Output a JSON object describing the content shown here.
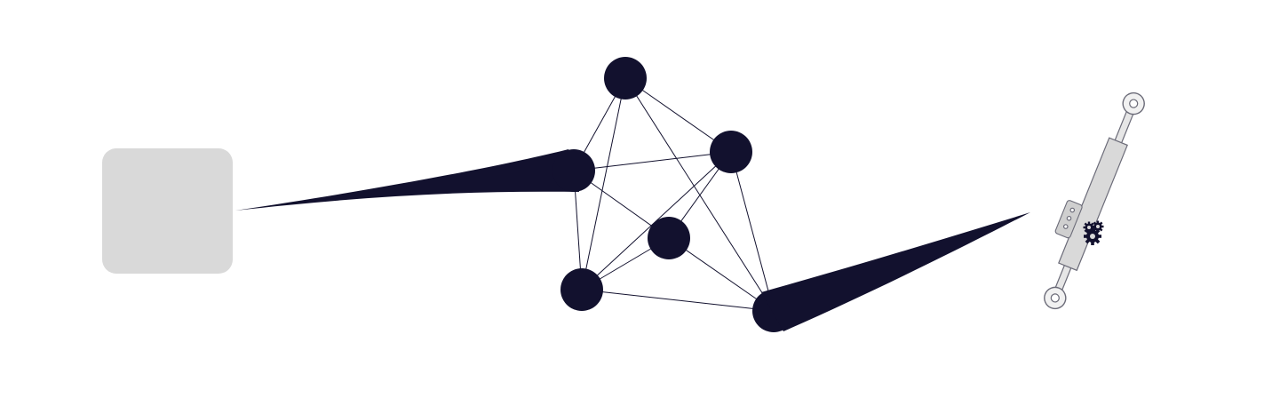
{
  "diagram": {
    "input_block": {
      "icon": "rounded-square"
    },
    "network": {
      "node_count": 6,
      "edges": [
        [
          "n-top",
          "n-upper-left"
        ],
        [
          "n-top",
          "n-lower-left"
        ],
        [
          "n-top",
          "n-right"
        ],
        [
          "n-top",
          "n-output"
        ],
        [
          "n-upper-left",
          "n-right"
        ],
        [
          "n-upper-left",
          "n-lower-left"
        ],
        [
          "n-upper-left",
          "n-center"
        ],
        [
          "n-right",
          "n-center"
        ],
        [
          "n-right",
          "n-lower-left"
        ],
        [
          "n-right",
          "n-output"
        ],
        [
          "n-center",
          "n-lower-left"
        ],
        [
          "n-center",
          "n-output"
        ],
        [
          "n-lower-left",
          "n-output"
        ]
      ]
    },
    "output_block": {
      "icon": "hydraulic-actuator-icon"
    },
    "colors": {
      "node": "#12112e",
      "block": "#d9d9d9",
      "actuator_stroke": "#6b6b78"
    }
  }
}
